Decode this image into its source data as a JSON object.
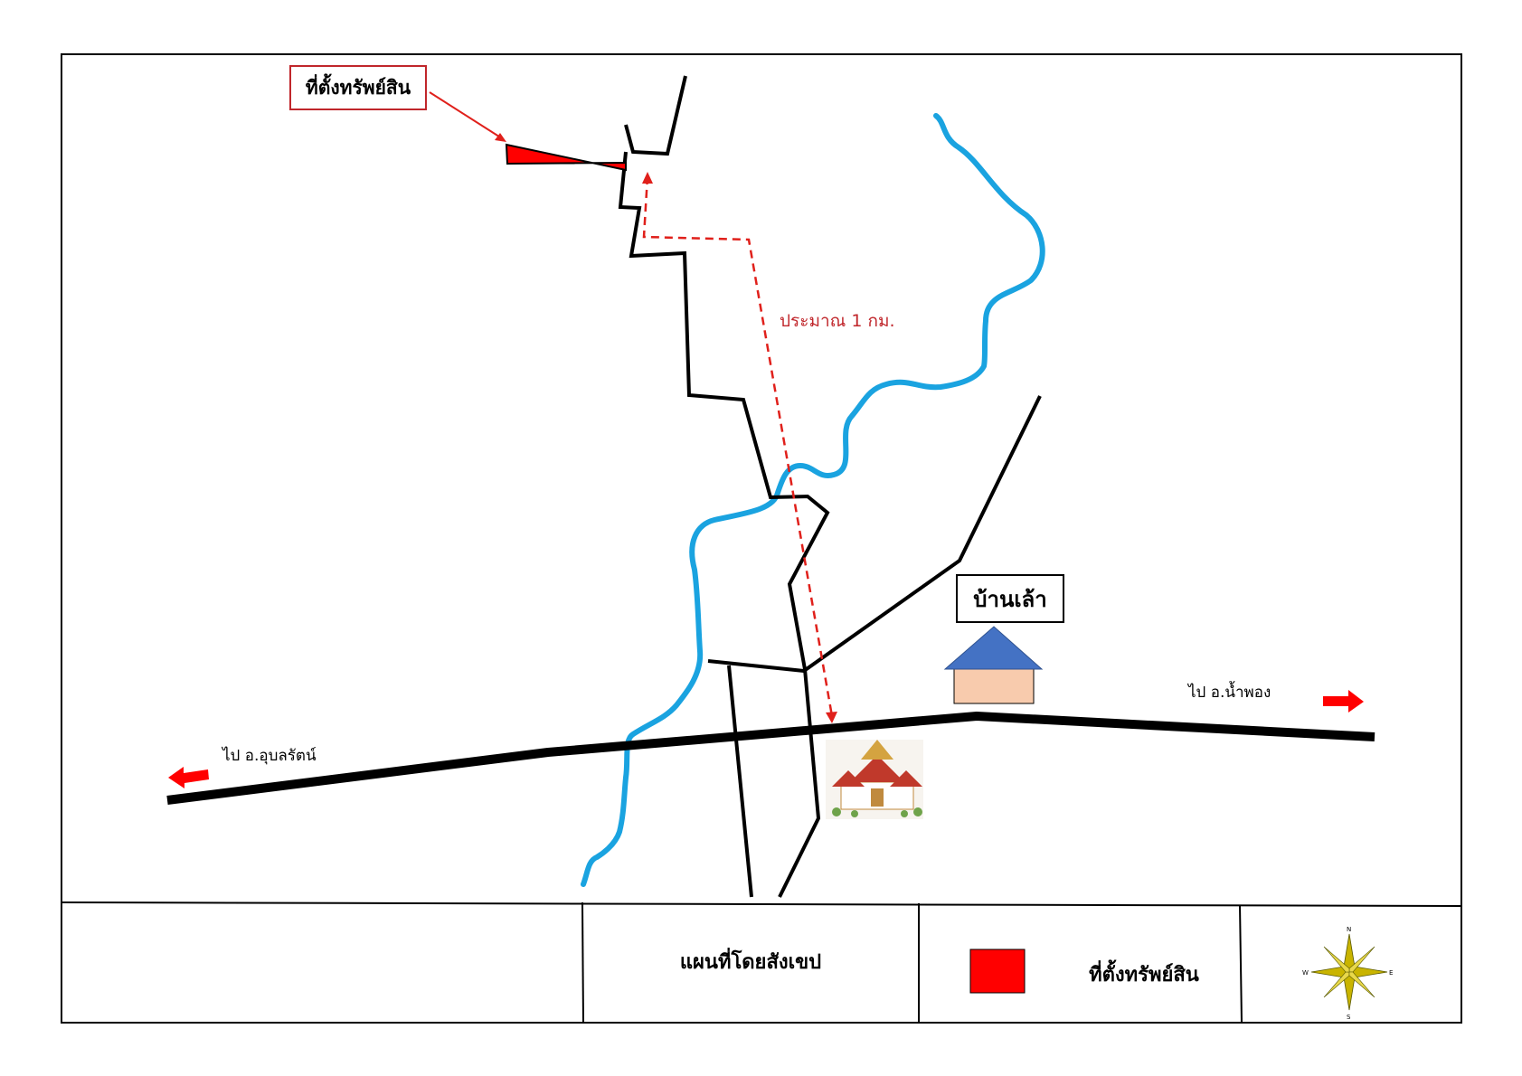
{
  "labels": {
    "asset_callout": "ที่ตั้งทรัพย์สิน",
    "distance": "ประมาณ 1 กม.",
    "village": "บ้านเล้า",
    "to_left": "ไป อ.อุบลรัตน์",
    "to_right": "ไป อ.น้ำพอง"
  },
  "legend": {
    "title": "แผนที่โดยสังเขป",
    "asset_label": "ที่ตั้งทรัพย์สิน",
    "compass_letters": {
      "n": "N",
      "s": "S",
      "e": "E",
      "w": "W"
    }
  },
  "colors": {
    "asset_red": "#ff0000",
    "arrow_red": "#e0201b",
    "river_blue": "#1aa3e0",
    "road_black": "#000000",
    "house_roof": "#4472c4",
    "house_wall": "#f8cbad",
    "callout_border": "#c0262b"
  },
  "icons": [
    "compass-rose-icon",
    "temple-icon",
    "house-icon",
    "left-arrow-icon",
    "right-arrow-icon"
  ]
}
